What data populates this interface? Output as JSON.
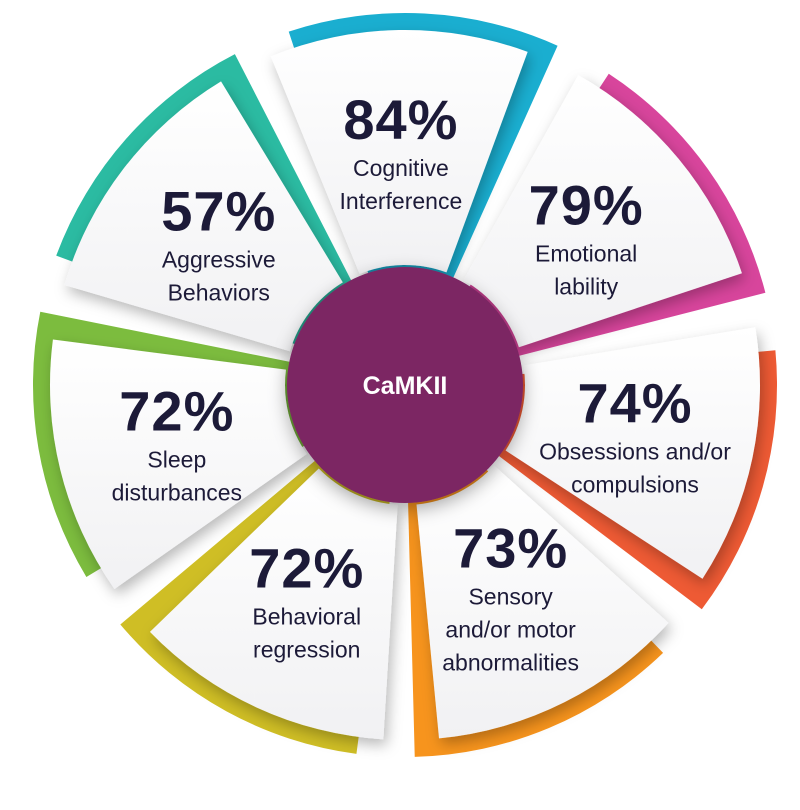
{
  "center": {
    "label": "CaMKII",
    "color": "#7b2864"
  },
  "segments": [
    {
      "percent": "84%",
      "lines": [
        "Cognitive",
        "Interference"
      ],
      "color": "#1aaed0"
    },
    {
      "percent": "79%",
      "lines": [
        "Emotional",
        "lability"
      ],
      "color": "#d8459c"
    },
    {
      "percent": "74%",
      "lines": [
        "Obsessions and/or",
        "compulsions"
      ],
      "color": "#ee5a34"
    },
    {
      "percent": "73%",
      "lines": [
        "Sensory",
        "and/or motor",
        "abnormalities"
      ],
      "color": "#f7941d"
    },
    {
      "percent": "72%",
      "lines": [
        "Behavioral",
        "regression"
      ],
      "color": "#cfbe25"
    },
    {
      "percent": "72%",
      "lines": [
        "Sleep",
        "disturbances"
      ],
      "color": "#7cbc3e"
    },
    {
      "percent": "57%",
      "lines": [
        "Aggressive",
        "Behaviors"
      ],
      "color": "#2bbba2"
    }
  ]
}
